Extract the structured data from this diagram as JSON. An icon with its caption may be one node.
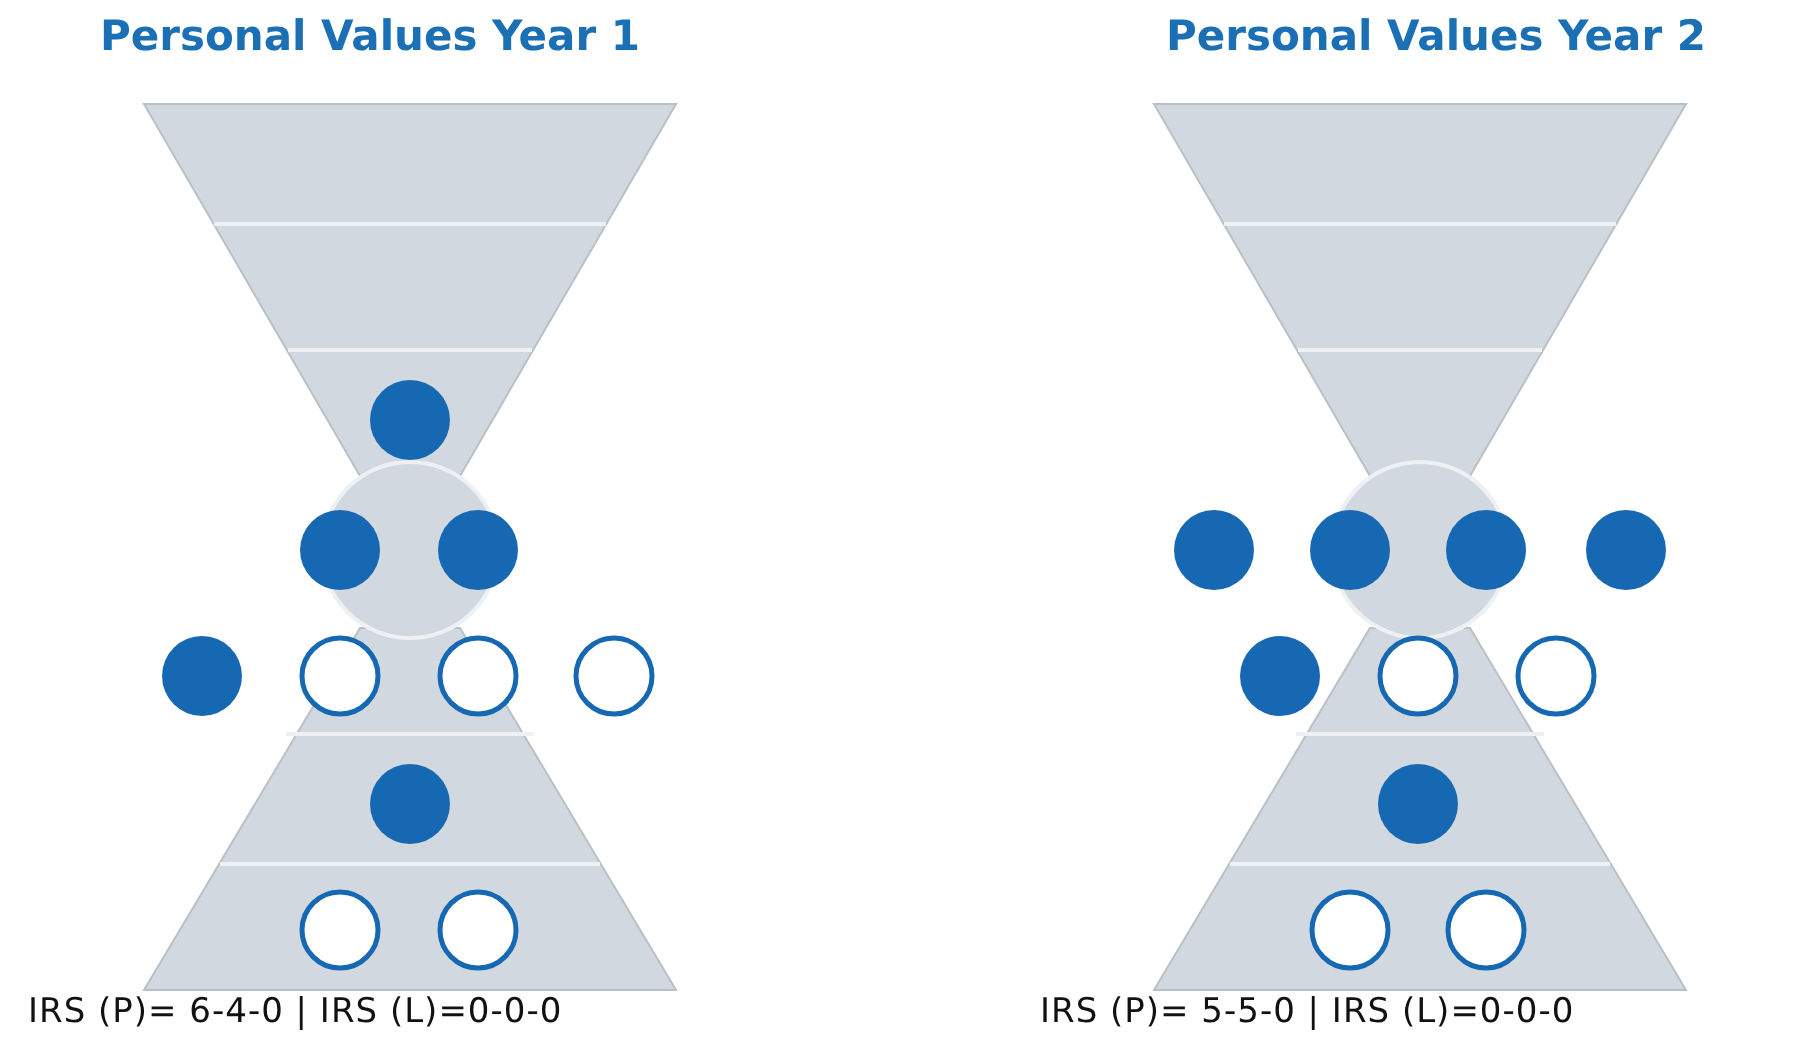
{
  "diagram": {
    "labels": [
      "Personal Values Year 1",
      "Personal Values Year 2",
      "IRS (P)= 6-4-0 | IRS (L)=0-0-0",
      "IRS (P)= 5-5-0 | IRS (L)=0-0-0"
    ]
  }
}
